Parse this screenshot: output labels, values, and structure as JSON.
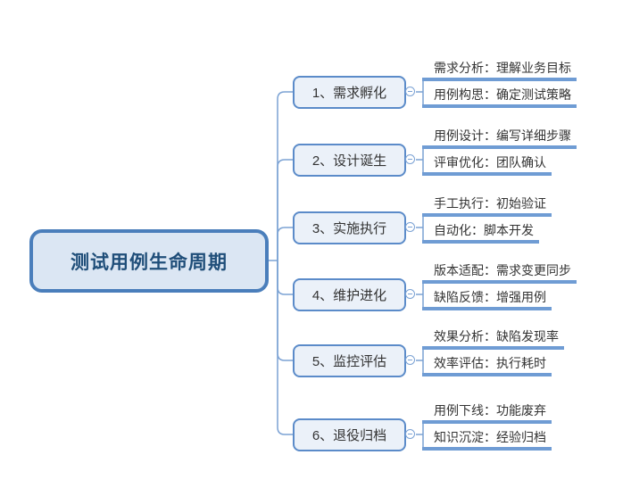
{
  "root": {
    "label": "测试用例生命周期"
  },
  "branches": [
    {
      "label": "1、需求孵化",
      "collapse_icon": "minus-circle",
      "leaves": [
        "需求分析：理解业务目标",
        "用例构思：确定测试策略"
      ]
    },
    {
      "label": "2、设计诞生",
      "collapse_icon": "minus-circle",
      "leaves": [
        "用例设计：编写详细步骤",
        "评审优化：团队确认"
      ]
    },
    {
      "label": "3、实施执行",
      "collapse_icon": "minus-circle",
      "leaves": [
        "手工执行：初始验证",
        "自动化：脚本开发"
      ]
    },
    {
      "label": "4、维护进化",
      "collapse_icon": "minus-circle",
      "leaves": [
        "版本适配：需求变更同步",
        "缺陷反馈：增强用例"
      ]
    },
    {
      "label": "5、监控评估",
      "collapse_icon": "minus-circle",
      "leaves": [
        "效果分析：缺陷发现率",
        "效率评估：执行耗时"
      ]
    },
    {
      "label": "6、退役归档",
      "collapse_icon": "minus-circle",
      "leaves": [
        "用例下线：功能废弃",
        "知识沉淀：经验归档"
      ]
    }
  ],
  "colors": {
    "root_border": "#4a7ebb",
    "root_fill": "#dbe6f3",
    "root_text": "#1f4e79",
    "branch_border": "#5b8bc9",
    "branch_fill": "#ebf1f9",
    "node_text": "#333333",
    "leaf_underline": "#6f9cd4",
    "connector_line": "#7ba2d4",
    "background": "#ffffff"
  }
}
